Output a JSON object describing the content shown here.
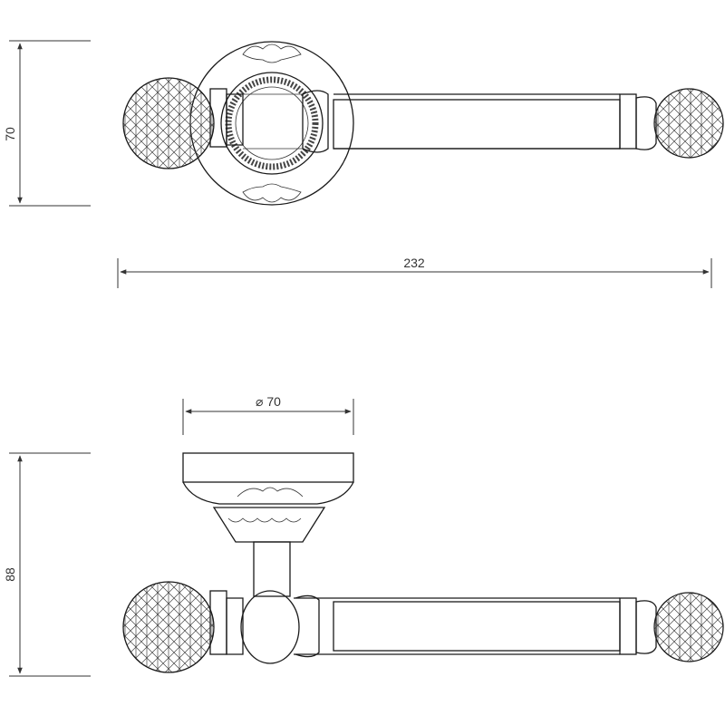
{
  "dimensions": {
    "top_height": "70",
    "overall_length": "232",
    "diameter": "⌀ 70",
    "side_height": "88"
  },
  "colors": {
    "line": "#1a1a1a",
    "dimension": "#333333",
    "background": "#ffffff"
  }
}
